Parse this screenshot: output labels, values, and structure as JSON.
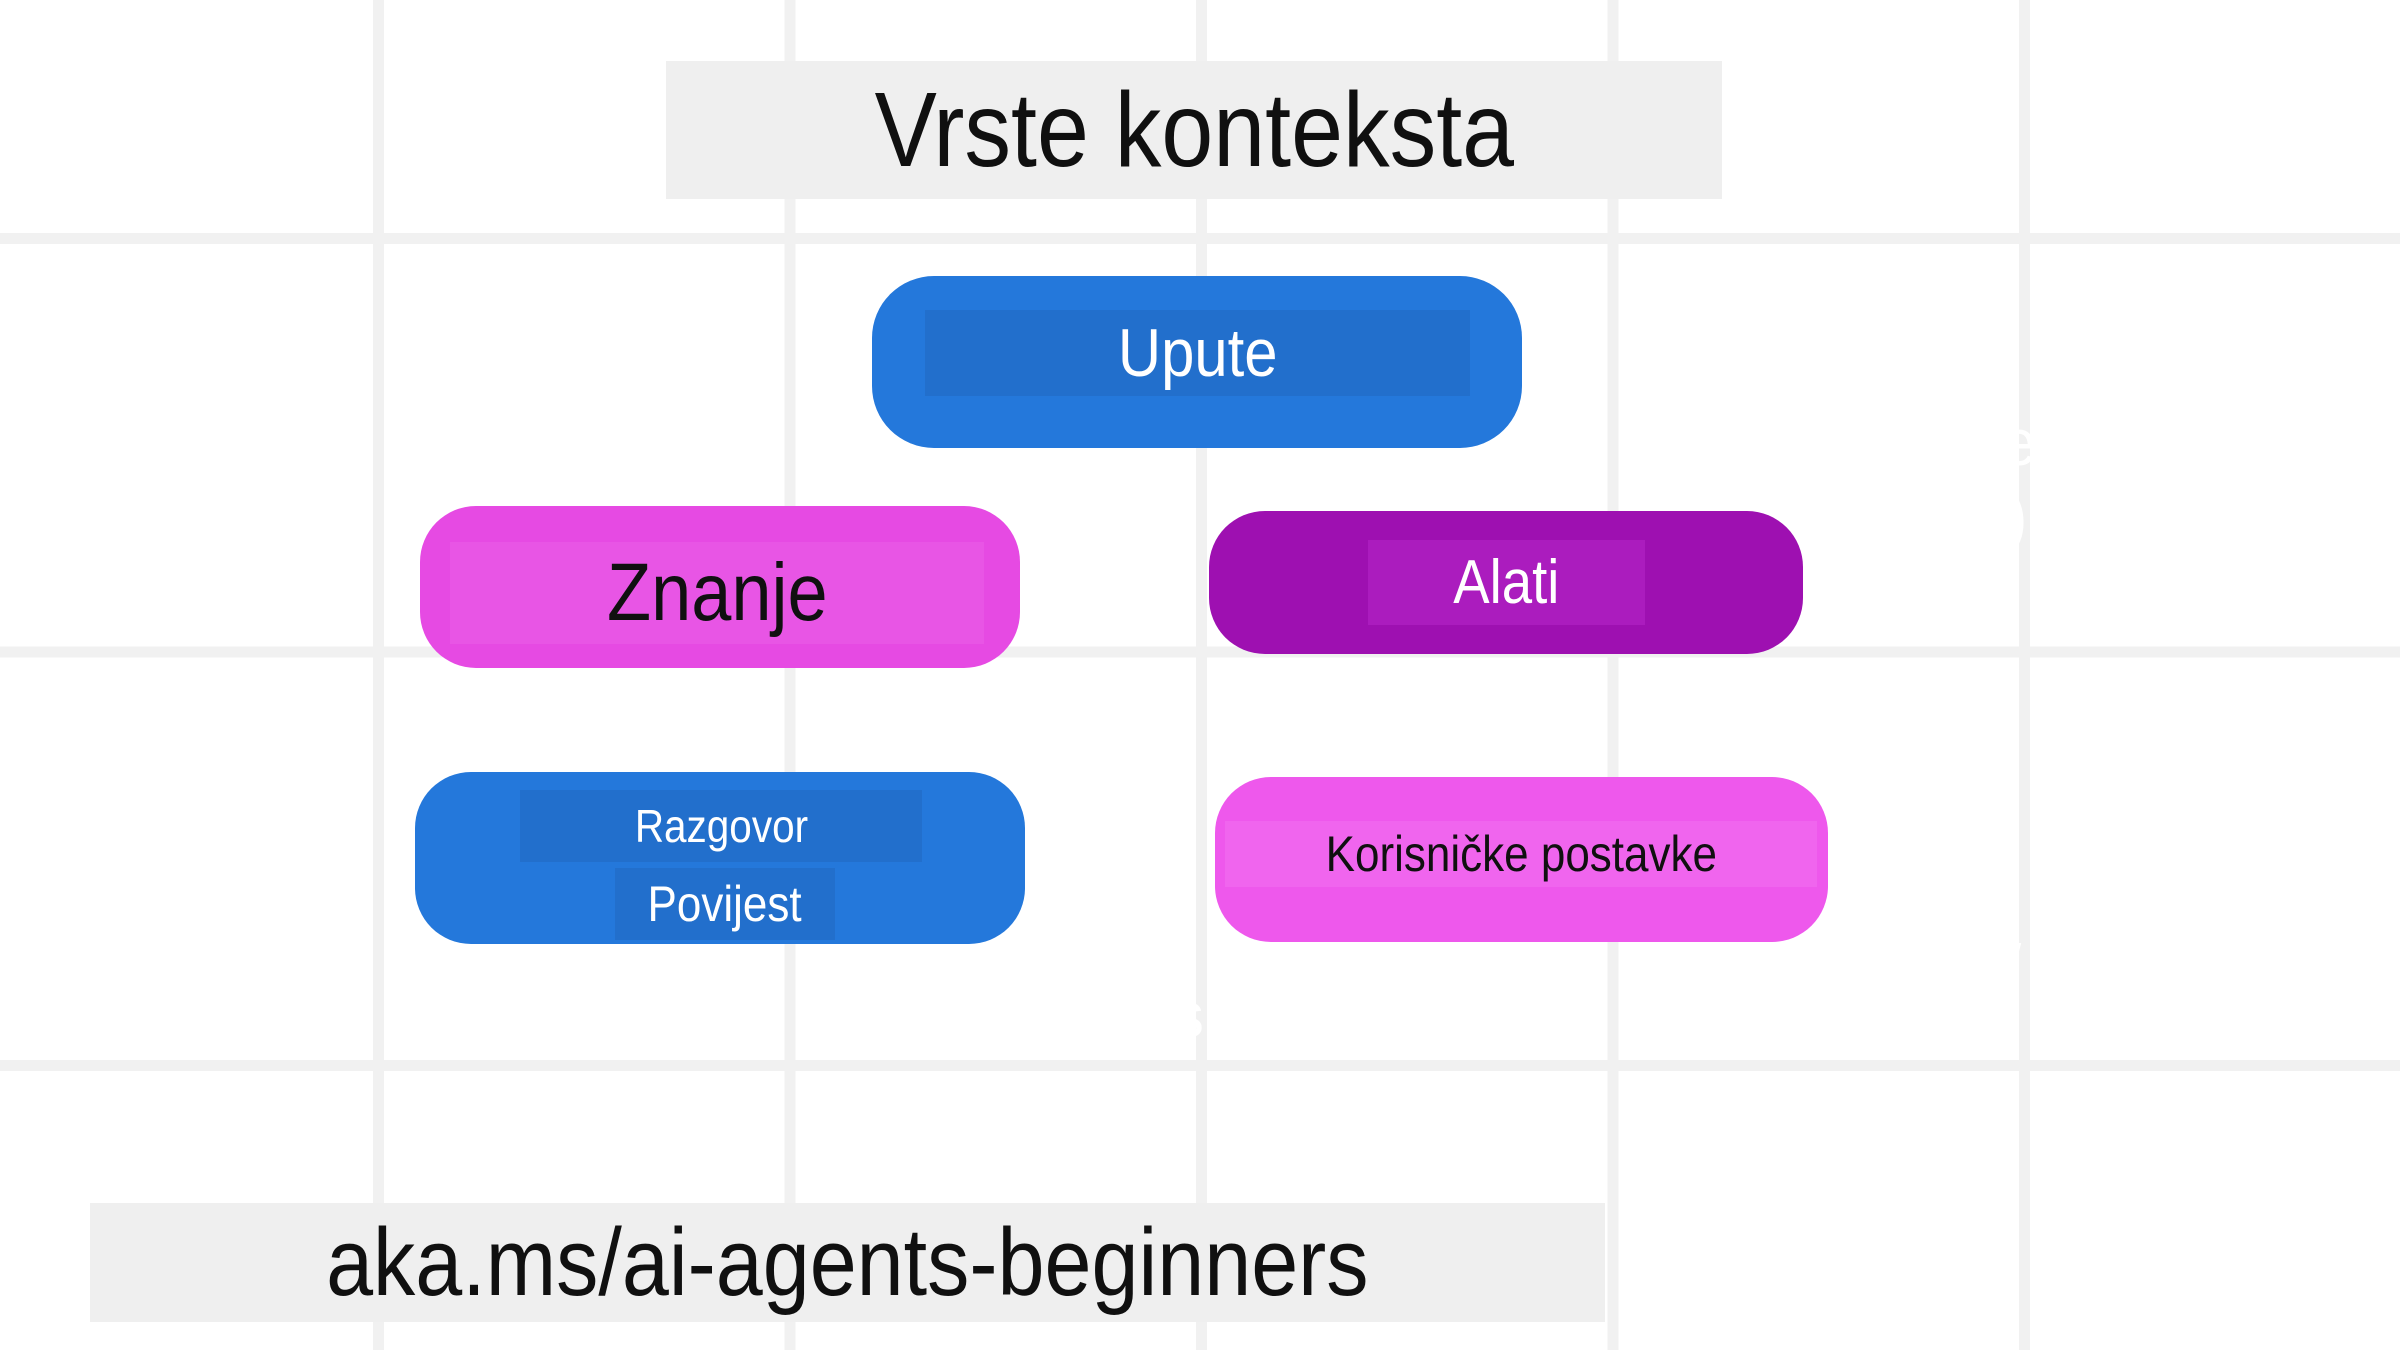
{
  "slide": {
    "title": "Vrste konteksta",
    "footer_link": "aka.ms/ai-agents-beginners"
  },
  "diagram": {
    "nodes": [
      {
        "id": "upute",
        "label": "Upute",
        "fill": "#2478db",
        "highlight": "#226fcc",
        "text_color": "#ffffff"
      },
      {
        "id": "znanje",
        "label": "Znanje",
        "fill": "#e64ae3",
        "highlight": "#e855e5",
        "text_color": "#101010"
      },
      {
        "id": "alati",
        "label": "Alati",
        "fill": "#9e10b1",
        "highlight": "#ab1cbe",
        "text_color": "#ffffff"
      },
      {
        "id": "razgovor-povijest",
        "label_lines": [
          "Razgovor",
          "Povijest"
        ],
        "fill": "#2478db",
        "highlight": "#226fcc",
        "text_color": "#ffffff"
      },
      {
        "id": "korisnicke-postavke",
        "label": "Korisničke postavke",
        "fill": "#ee58ec",
        "highlight": "#f065ee",
        "text_color": "#101010"
      }
    ]
  },
  "artifacts": {
    "ghost_glyphs": [
      {
        "char": "e"
      },
      {
        "char": ")"
      },
      {
        "char": "s"
      },
      {
        "char": "/"
      }
    ]
  },
  "colors": {
    "background": "#ffffff",
    "grid_line": "#f1f1f1",
    "label_box_gray": "#efefef",
    "text_dark": "#101010",
    "blue": "#2478db",
    "blue_highlight": "#226fcc",
    "magenta": "#e64ae3",
    "magenta_highlight": "#e855e5",
    "purple": "#9e10b1",
    "purple_highlight": "#ab1cbe",
    "pink": "#ee58ec",
    "pink_highlight": "#f065ee"
  }
}
